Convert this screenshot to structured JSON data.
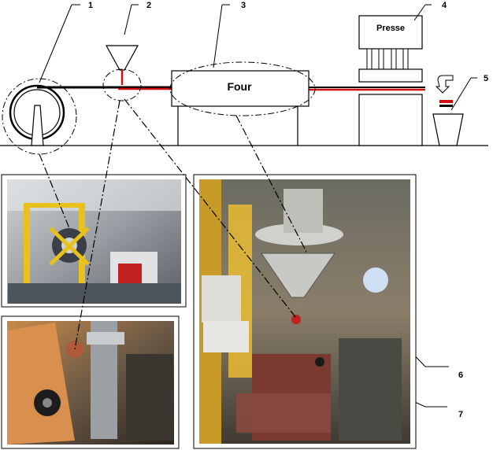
{
  "diagram": {
    "callouts": [
      {
        "id": "1",
        "text": "1"
      },
      {
        "id": "2",
        "text": "2"
      },
      {
        "id": "3",
        "text": "3"
      },
      {
        "id": "4",
        "text": "4"
      },
      {
        "id": "5",
        "text": "5"
      },
      {
        "id": "6",
        "text": "6"
      },
      {
        "id": "7",
        "text": "7"
      }
    ],
    "four_label": "Four",
    "presse_label": "Presse",
    "colors": {
      "strip": "#d01010",
      "line": "#000000",
      "photo_frame": "#000000"
    }
  }
}
